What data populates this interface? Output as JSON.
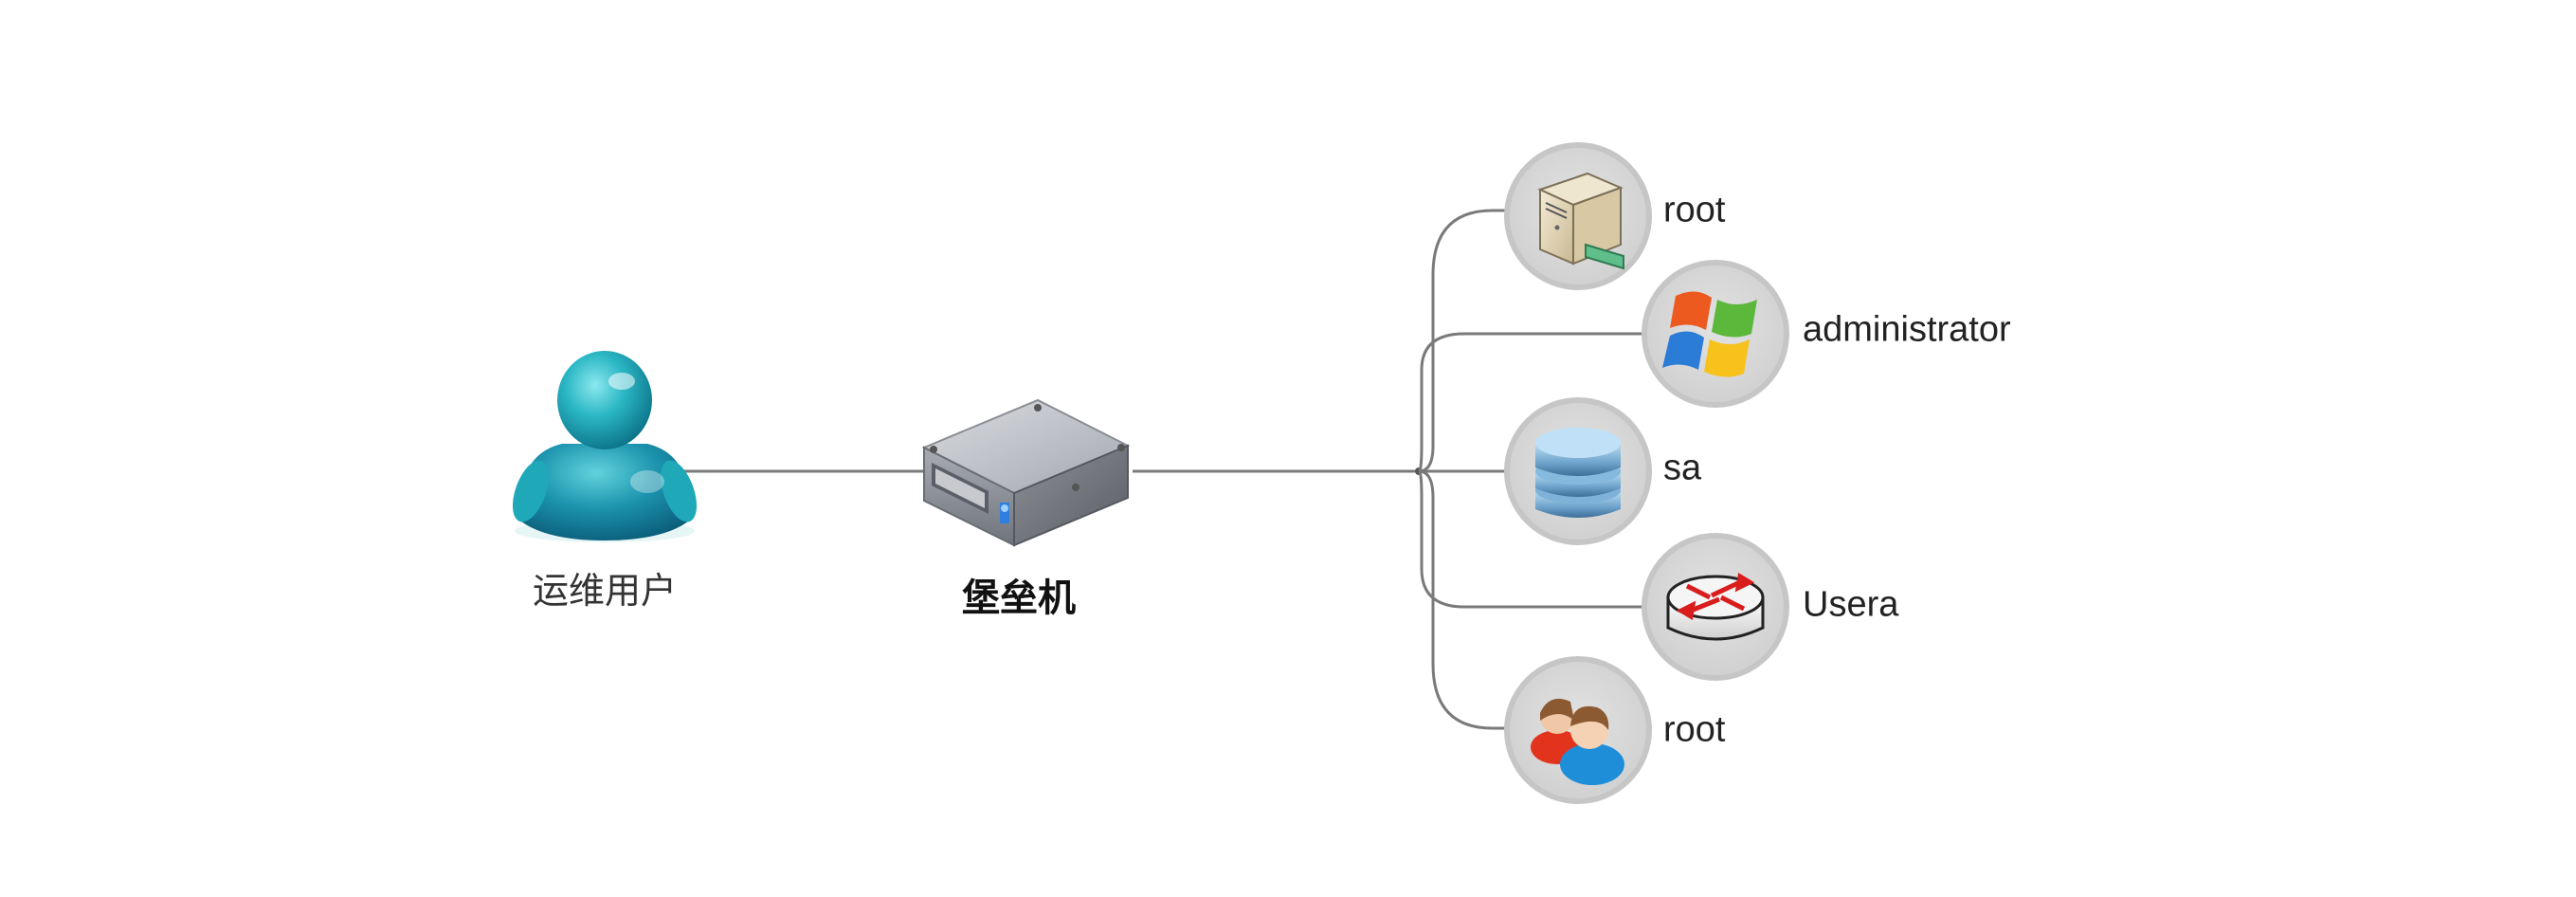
{
  "diagram": {
    "type": "network-topology",
    "title": "",
    "colors": {
      "line": "#7a7a7a",
      "circle_bg": "#d4d4d4",
      "circle_ring": "#c4c4c4",
      "user_teal": "#2ab7c4",
      "bastion_gray": "#9a9ca3"
    },
    "source": {
      "label": "运维用户",
      "icon": "user-icon"
    },
    "bastion": {
      "label": "堡垒机",
      "icon": "bastion-server-icon"
    },
    "targets": [
      {
        "label": "root",
        "icon": "linux-server-icon",
        "column": "inner"
      },
      {
        "label": "administrator",
        "icon": "windows-logo-icon",
        "column": "outer"
      },
      {
        "label": "sa",
        "icon": "database-icon",
        "column": "inner"
      },
      {
        "label": "Usera",
        "icon": "router-icon",
        "column": "outer"
      },
      {
        "label": "root",
        "icon": "users-group-icon",
        "column": "inner"
      }
    ]
  }
}
